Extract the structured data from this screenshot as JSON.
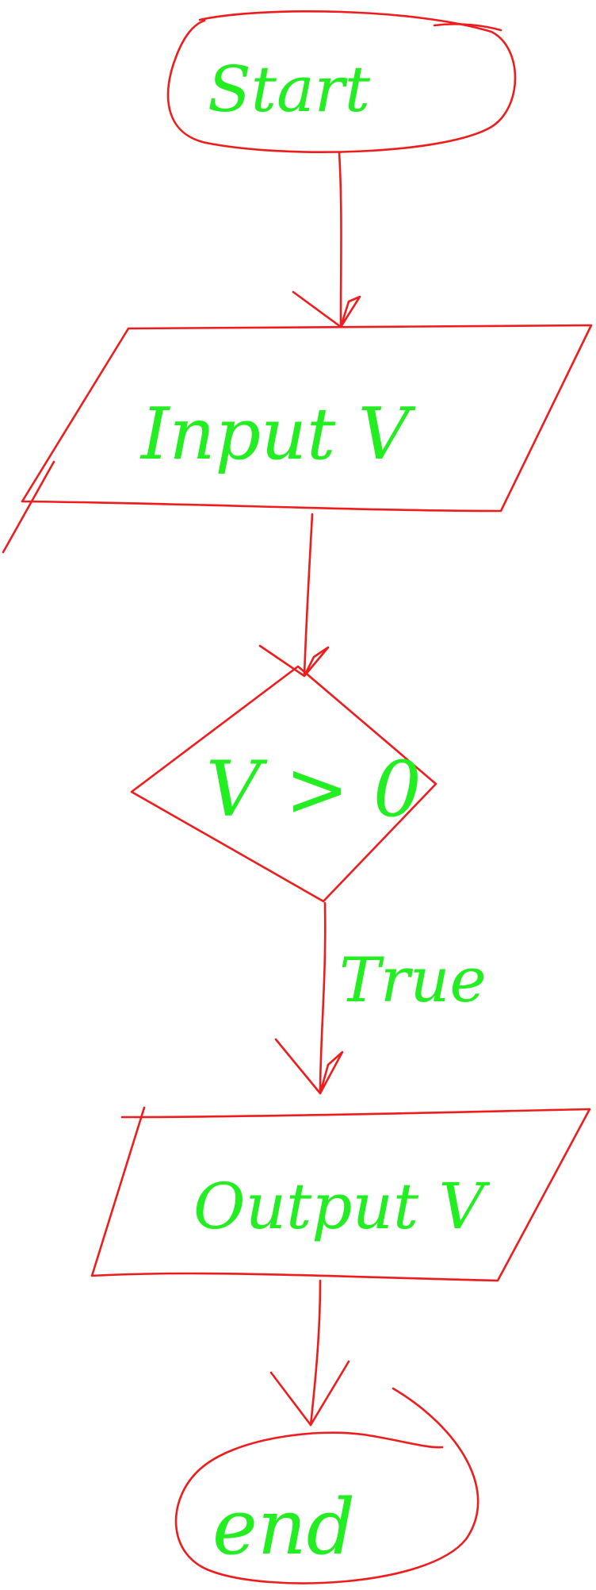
{
  "diagram": {
    "colors": {
      "shape_stroke": "#ee1c1c",
      "text": "#22ee22",
      "background": "#ffffff"
    },
    "nodes": [
      {
        "id": "start",
        "shape": "ellipse",
        "label": "Start"
      },
      {
        "id": "input",
        "shape": "parallelogram",
        "label": "Input V"
      },
      {
        "id": "decision",
        "shape": "diamond",
        "label": "V > 0"
      },
      {
        "id": "output",
        "shape": "parallelogram",
        "label": "Output V"
      },
      {
        "id": "end",
        "shape": "ellipse",
        "label": "end"
      }
    ],
    "edges": [
      {
        "from": "start",
        "to": "input",
        "label": ""
      },
      {
        "from": "input",
        "to": "decision",
        "label": ""
      },
      {
        "from": "decision",
        "to": "output",
        "label": "True"
      },
      {
        "from": "output",
        "to": "end",
        "label": ""
      }
    ]
  }
}
